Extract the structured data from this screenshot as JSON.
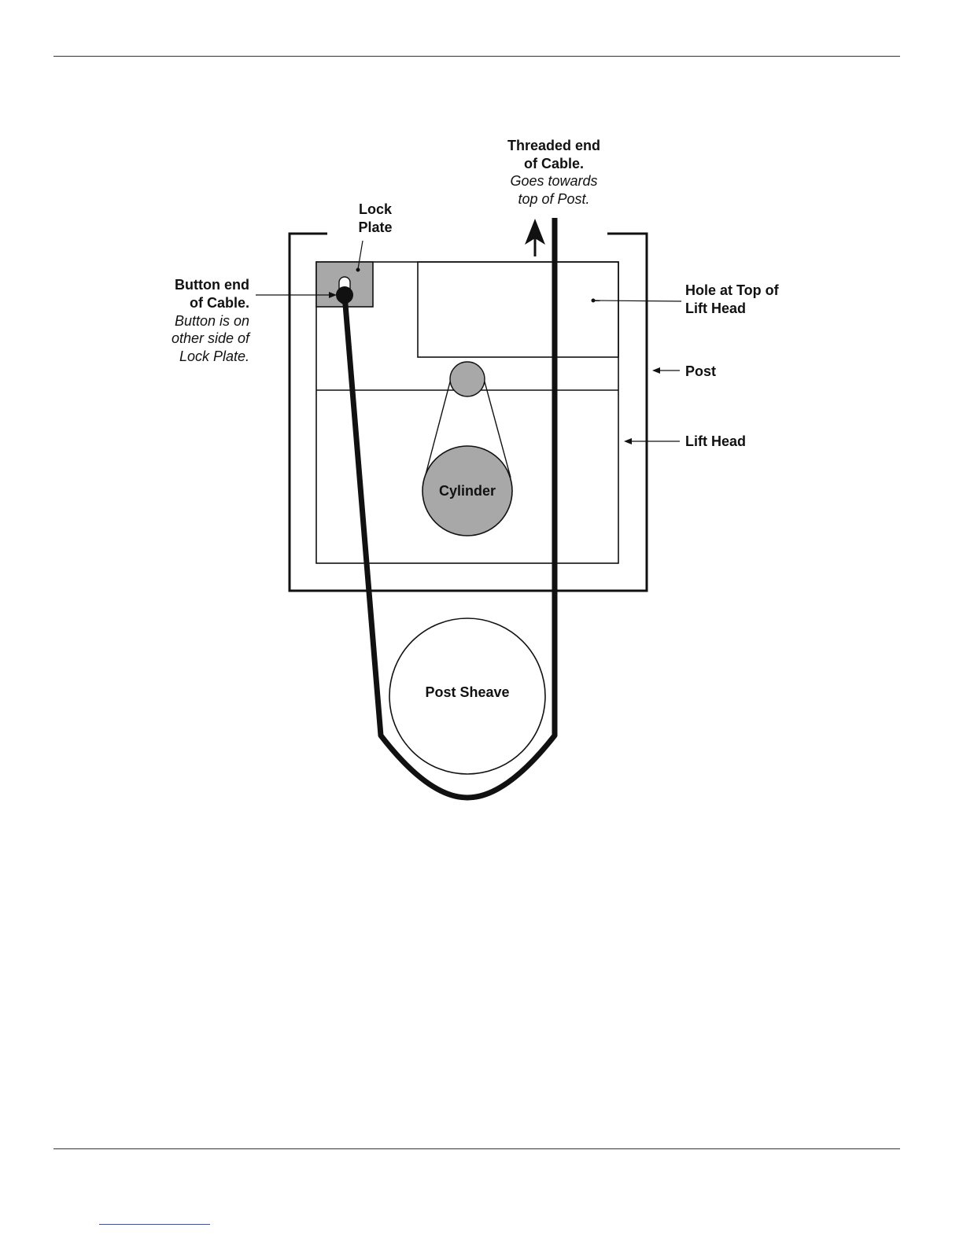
{
  "diagram": {
    "threaded_end": {
      "line1": "Threaded end",
      "line2": "of Cable.",
      "line3": "Goes towards",
      "line4": "top of Post."
    },
    "lock_plate": {
      "line1": "Lock",
      "line2": "Plate"
    },
    "button_end": {
      "line1": "Button end",
      "line2": "of Cable.",
      "line3": "Button is on",
      "line4": "other side of",
      "line5": "Lock Plate."
    },
    "hole_top": {
      "line1": "Hole at Top of",
      "line2": "Lift Head"
    },
    "post": "Post",
    "lift_head": "Lift Head",
    "cylinder": "Cylinder",
    "post_sheave": "Post Sheave"
  }
}
